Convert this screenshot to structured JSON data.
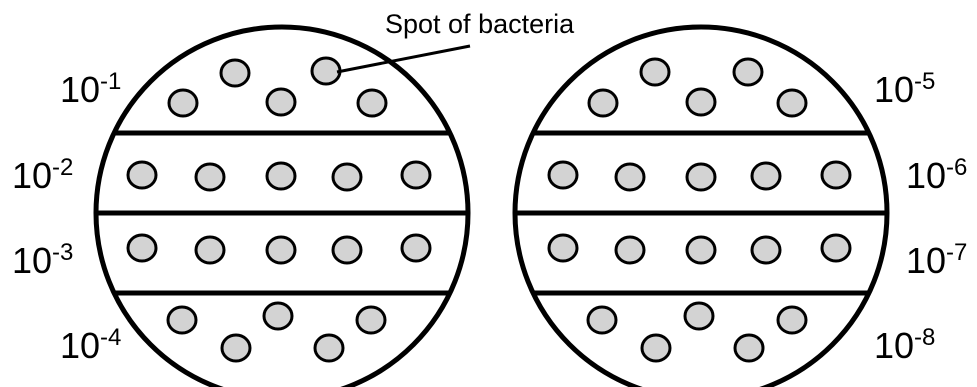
{
  "callout": {
    "text": "Spot of bacteria"
  },
  "plates": [
    {
      "label_side": "left",
      "sections": [
        {
          "base": "10",
          "exponent": "-1",
          "spots": 5
        },
        {
          "base": "10",
          "exponent": "-2",
          "spots": 5
        },
        {
          "base": "10",
          "exponent": "-3",
          "spots": 5
        },
        {
          "base": "10",
          "exponent": "-4",
          "spots": 5
        }
      ]
    },
    {
      "label_side": "right",
      "sections": [
        {
          "base": "10",
          "exponent": "-5",
          "spots": 5
        },
        {
          "base": "10",
          "exponent": "-6",
          "spots": 5
        },
        {
          "base": "10",
          "exponent": "-7",
          "spots": 5
        },
        {
          "base": "10",
          "exponent": "-8",
          "spots": 5
        }
      ]
    }
  ],
  "colors": {
    "spot_fill": "#d3d3d3",
    "outline": "#000000",
    "background": "#ffffff"
  }
}
